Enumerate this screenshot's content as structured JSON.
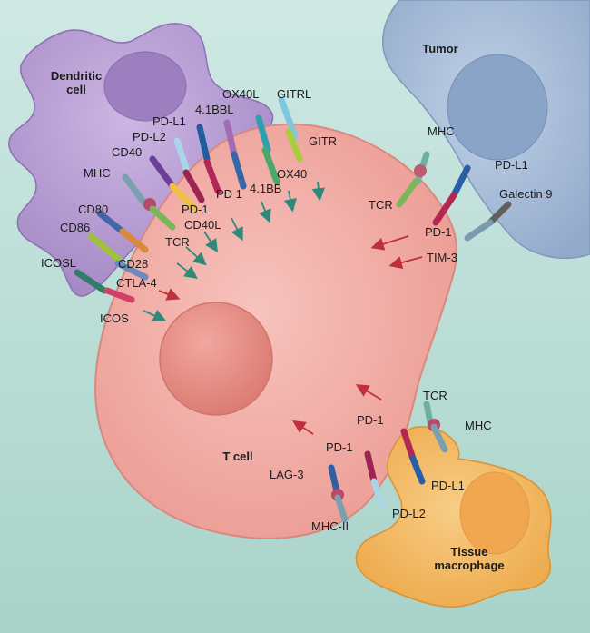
{
  "cells": {
    "dendritic": "Dendritic\ncell",
    "tumor": "Tumor",
    "tcell": "T cell",
    "macrophage": "Tissue\nmacrophage"
  },
  "labels": {
    "gitrl": "GITRL",
    "ox40l": "OX40L",
    "bbl41": "4.1BBL",
    "pdl1_dc": "PD-L1",
    "pdl2_dc": "PD-L2",
    "cd40": "CD40",
    "mhc_dc": "MHC",
    "cd80": "CD80",
    "cd86": "CD86",
    "icosl": "ICOSL",
    "gitr": "GITR",
    "ox40": "OX40",
    "bb41": "4.1BB",
    "pd1_dc_a": "PD 1",
    "pd1_dc_b": "PD-1",
    "cd40l": "CD40L",
    "tcr_dc": "TCR",
    "cd28": "CD28",
    "ctla4": "CTLA-4",
    "icos": "ICOS",
    "mhc_tumor": "MHC",
    "pdl1_tumor": "PD-L1",
    "galectin9": "Galectin 9",
    "tcr_tumor": "TCR",
    "pd1_tumor": "PD-1",
    "tim3": "TIM-3",
    "tcr_mac": "TCR",
    "mhc_mac": "MHC",
    "pd1_mac_a": "PD-1",
    "pd1_mac_b": "PD-1",
    "lag3": "LAG-3",
    "pdl1_mac": "PD-L1",
    "pdl2_mac": "PD-L2",
    "mhcii": "MHC-II"
  },
  "colors": {
    "dendritic": "#b59ad0",
    "tumor": "#a9bfd9",
    "tcell": "#f2aea8",
    "nucleus": "#e98f86",
    "macrophage": "#f3b867",
    "stim_arrow": "#2d8a78",
    "inhib_arrow": "#c0303a"
  }
}
